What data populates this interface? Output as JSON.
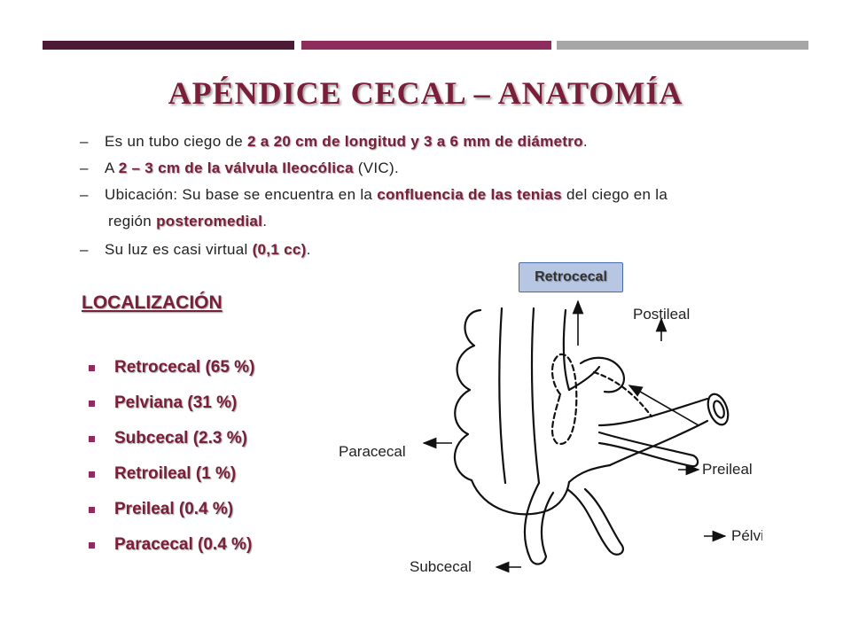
{
  "slide": {
    "title": "APÉNDICE CECAL – ANATOMÍA",
    "accent_colors": {
      "bar_dark": "#4d1a36",
      "bar_mid": "#8e2c5e",
      "bar_gray": "#a6a6a6",
      "highlight": "#7a1f3a"
    }
  },
  "bullets": {
    "b1": {
      "dash": "–",
      "pre": "Es un tubo ciego de ",
      "hl": "2 a 20 cm de longitud y 3 a 6 mm de diámetro",
      "post": "."
    },
    "b2": {
      "dash": "–",
      "pre": "A ",
      "hl": "2 – 3 cm de la válvula Ileocólica",
      "post": " (VIC)."
    },
    "b3": {
      "dash": "–",
      "pre": "Ubicación: Su base se encuentra en la ",
      "hl": "confluencia de las tenias",
      "post": " del ciego en la"
    },
    "b3_cont": {
      "pre": "región ",
      "hl": "posteromedial",
      "post": "."
    },
    "b4": {
      "dash": "–",
      "pre": "Su luz es casi virtual ",
      "hl": "(0,1 cc)",
      "post": "."
    }
  },
  "localizacion": {
    "heading": "LOCALIZACIÓN",
    "items": [
      "Retrocecal (65 %)",
      "Pelviana (31 %)",
      "Subcecal (2.3 %)",
      "Retroileal (1 %)",
      "Preileal (0.4 %)",
      "Paracecal  (0.4 %)"
    ]
  },
  "diagram": {
    "retrocecal_label": "Retrocecal",
    "labels": {
      "postileal": "Postileal",
      "paracecal": "Paracecal",
      "preileal": "Preileal",
      "pelvica": "Pélvica",
      "subcecal": "Subcecal"
    }
  }
}
